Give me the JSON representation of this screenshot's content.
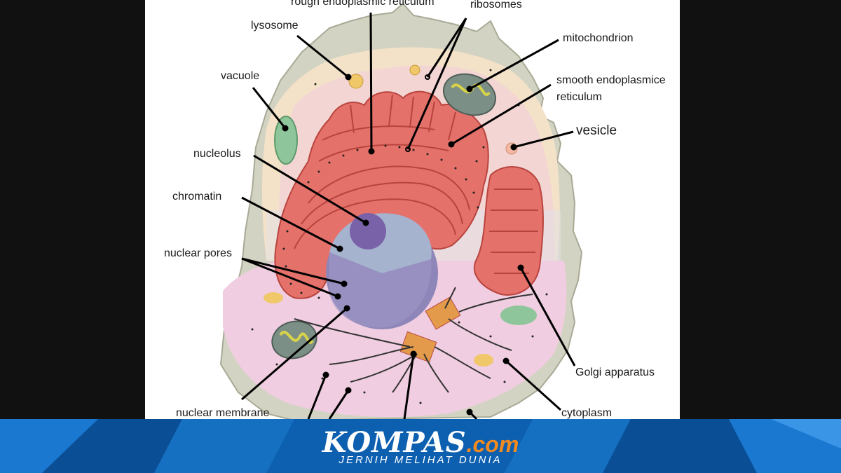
{
  "diagram": {
    "labels": {
      "rough_er": "rough endoplasmic reticulum",
      "ribosomes": "ribosomes",
      "lysosome": "lysosome",
      "mitochondrion": "mitochondrion",
      "vacuole": "vacuole",
      "smooth_er": "smooth endoplasmice reticulum",
      "vesicle": "vesicle",
      "nucleolus": "nucleolus",
      "chromatin": "chromatin",
      "nuclear_pores": "nuclear pores",
      "golgi": "Golgi apparatus",
      "nuclear_membrane": "nuclear membrane",
      "cytoplasm": "cytoplasm"
    }
  },
  "brand": {
    "name": "KOMPAS",
    "suffix": ".com",
    "tagline": "JERNIH MELIHAT DUNIA"
  },
  "colors": {
    "background": "#111111",
    "panel": "#ffffff",
    "banner_blue": "#0d5fb0",
    "brand_orange": "#f28a1f",
    "er_red": "#e4716a",
    "nucleus_purple": "#8e86b8",
    "membrane_gray": "#c9c9b8"
  }
}
